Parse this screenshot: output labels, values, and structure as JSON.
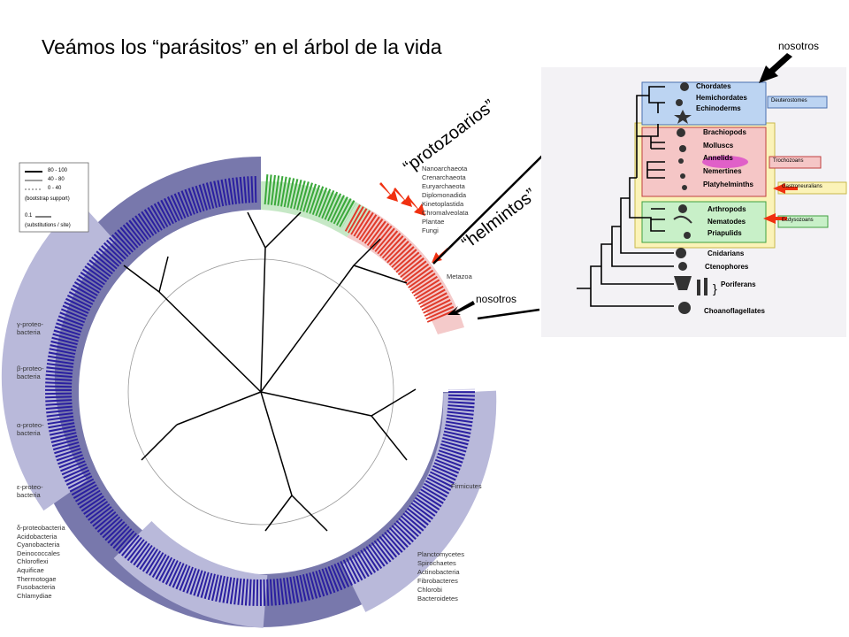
{
  "slide": {
    "title": "Veámos los “parásitos” en el árbol de la vida",
    "label_us_top": "nosotros",
    "label_us_mid": "nosotros",
    "label_protozoa": "“protozoarios”",
    "label_helminths": "“helmintos”"
  },
  "colors": {
    "bacteria_dark": "#6f6fa6",
    "bacteria_light": "#b3b3d6",
    "archaea_green": "#bfe5bf",
    "eukarya_red": "#f2c4c4",
    "deuterostome_box": "#bcd4f2",
    "trochozoan_box": "#f5c6c6",
    "ecdysozoan_box": "#c8f0c8",
    "bilateria_box": "#fbf3b8",
    "arrow_red": "#f03010"
  },
  "legend": {
    "items": [
      "80 - 100",
      "40 - 80",
      "0 - 40"
    ],
    "caption": "(bootstrap support)",
    "scale": "0.1",
    "scale_caption": "(substitutions / site)"
  },
  "circular_tree": {
    "right_labels": [
      "Nanoarchaeota",
      "Crenarchaeota",
      "Euryarchaeota",
      "Diplomonadida",
      "Kinetoplastida",
      "Chromalveolata",
      "Plantae",
      "Fungi",
      "Metazoa",
      "Firmicutes",
      "Planctomycetes",
      "Spirochaetes",
      "Actinobacteria",
      "Fibrobacteres",
      "Chlorobi",
      "Bacteroidetes"
    ],
    "left_labels": [
      "γ-proteo-\nbacteria",
      "β-proteo-\nbacteria",
      "α-proteo-\nbacteria",
      "ε-proteo-\nbacteria",
      "δ-proteobacteria",
      "Acidobacteria",
      "Cyanobacteria",
      "Deinococcales",
      "Chloroflexi",
      "Aquificae",
      "Thermotogae",
      "Fusobacteria",
      "Chlamydiae"
    ]
  },
  "animal_tree": {
    "taxa": [
      "Chordates",
      "Hemichordates",
      "Echinoderms",
      "Brachiopods",
      "Molluscs",
      "Annelids",
      "Nemertines",
      "Platyhelminths",
      "Arthropods",
      "Nematodes",
      "Priapulids",
      "Cnidarians",
      "Ctenophores",
      "Poriferans",
      "Choanoflagellates"
    ],
    "groups": [
      "Deuterostomes",
      "Trochozoans",
      "Gastroneuralians",
      "Ecdysozoans"
    ]
  }
}
